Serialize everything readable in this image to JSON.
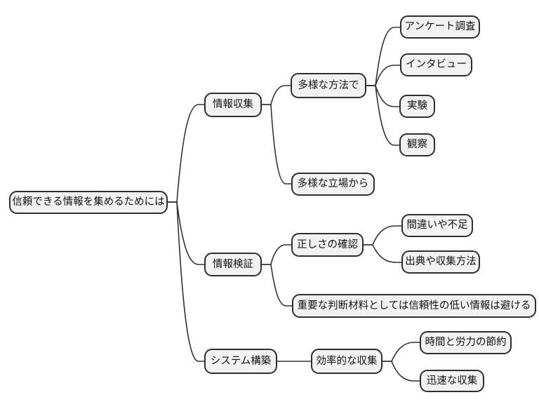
{
  "diagram": {
    "type": "mindmap",
    "background_color": "#ffffff",
    "node_fill_color": "#f2f2f2",
    "node_border_color": "#2f2f2f",
    "edge_color": "#333333",
    "root": {
      "label": "信頼できる情報を集めるためには",
      "children": [
        {
          "label": "情報収集",
          "children": [
            {
              "label": "多様な方法で",
              "children": [
                {
                  "label": "アンケート調査"
                },
                {
                  "label": "インタビュー"
                },
                {
                  "label": "実験"
                },
                {
                  "label": "観察"
                }
              ]
            },
            {
              "label": "多様な立場から"
            }
          ]
        },
        {
          "label": "情報検証",
          "children": [
            {
              "label": "正しさの確認",
              "children": [
                {
                  "label": "間違いや不足"
                },
                {
                  "label": "出典や収集方法"
                }
              ]
            },
            {
              "label": "重要な判断材料としては信頼性の低い情報は避ける"
            }
          ]
        },
        {
          "label": "システム構築",
          "children": [
            {
              "label": "効率的な収集",
              "children": [
                {
                  "label": "時間と労力の節約"
                },
                {
                  "label": "迅速な収集"
                }
              ]
            }
          ]
        }
      ]
    }
  }
}
